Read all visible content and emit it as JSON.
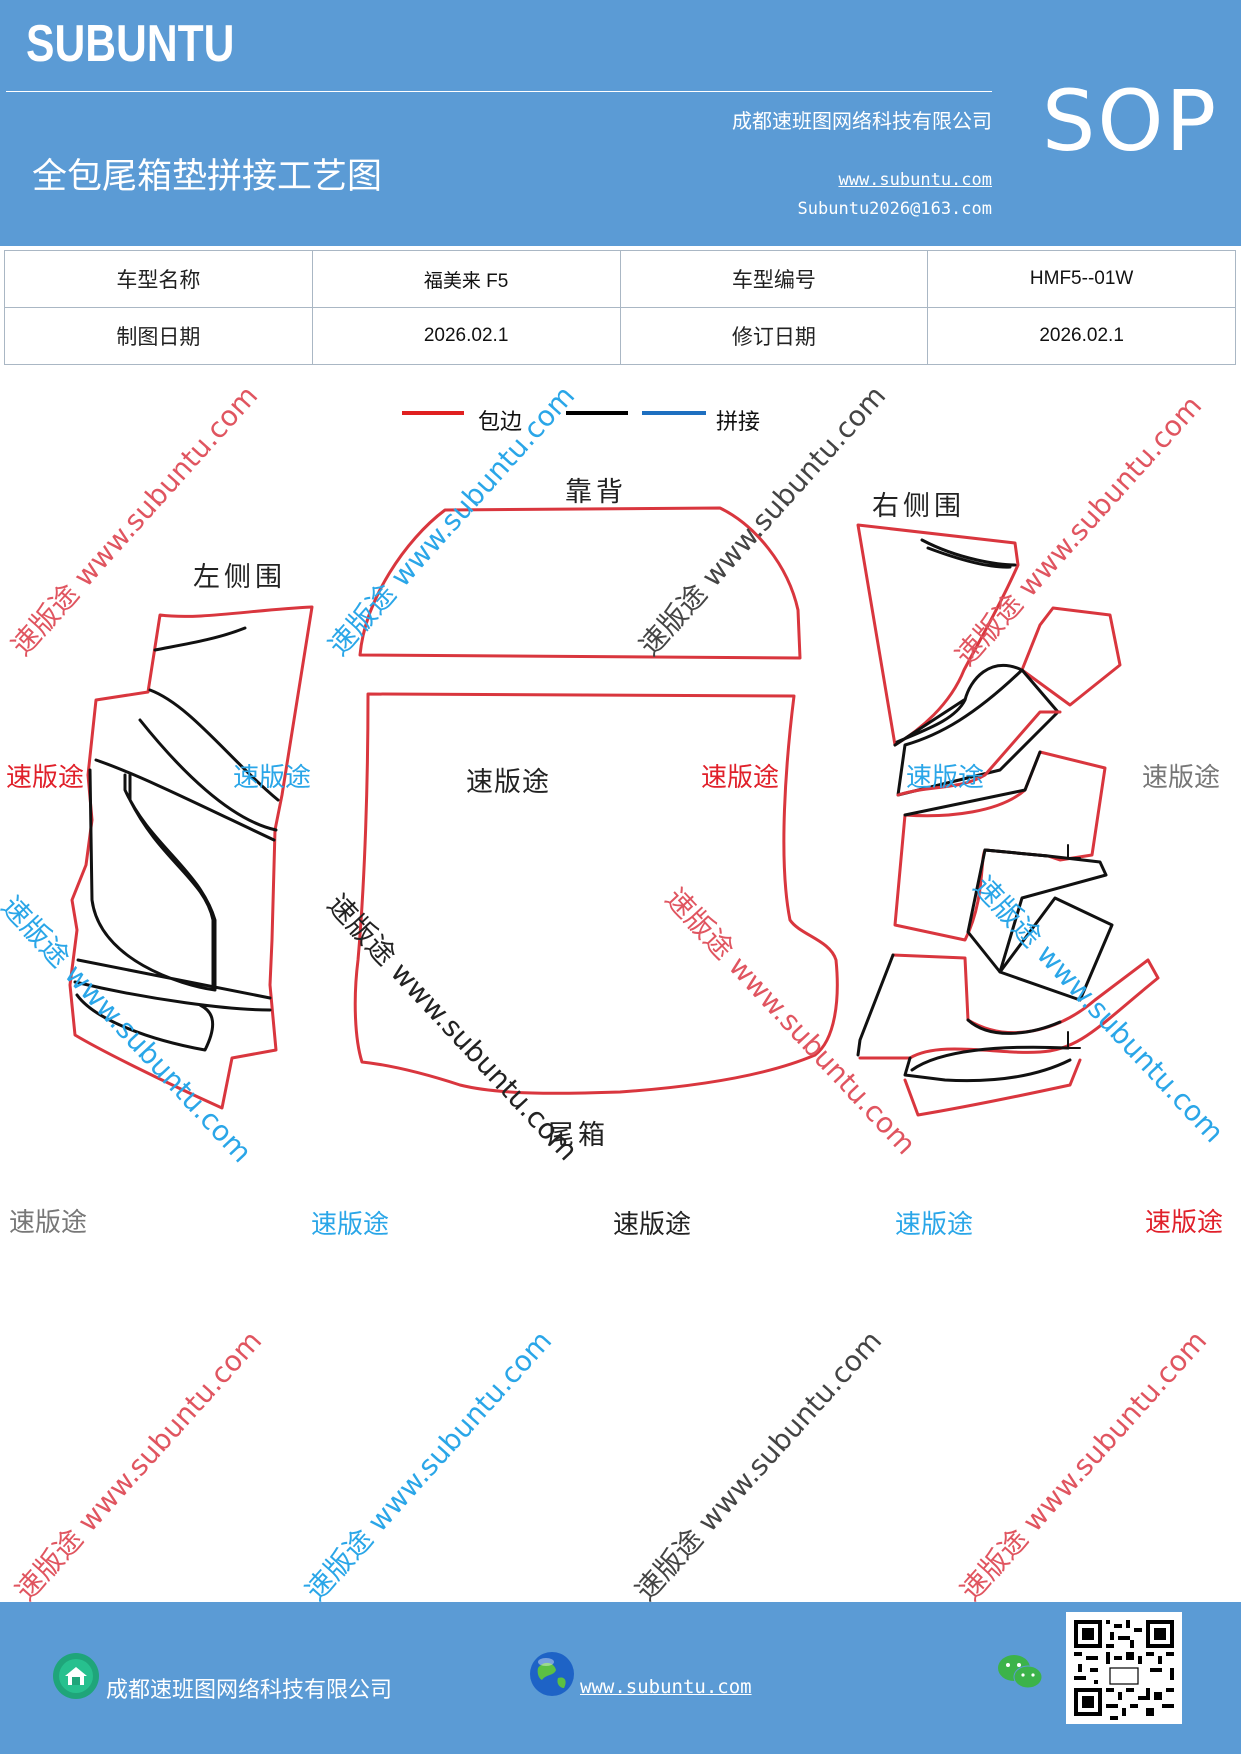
{
  "header": {
    "brand": "SUBUNTU",
    "badge": "SOP",
    "company": "成都速班图网络科技有限公司",
    "title": "全包尾箱垫拼接工艺图",
    "website": "www.subuntu.com",
    "email": "Subuntu2026@163.com"
  },
  "info_table": {
    "model_name_label": "车型名称",
    "model_name_value": "福美来 F5",
    "model_code_label": "车型编号",
    "model_code_value": "HMF5--01W",
    "draw_date_label": "制图日期",
    "draw_date_value": "2026.02.1",
    "revise_date_label": "修订日期",
    "revise_date_value": "2026.02.1"
  },
  "legend": {
    "items": [
      {
        "label": "包边",
        "color": "#e02020"
      },
      {
        "label": "",
        "color": "#000000"
      },
      {
        "label": "拼接",
        "color": "#1e6fc0"
      }
    ]
  },
  "parts": {
    "backrest": "靠背",
    "left_side": "左侧围",
    "right_side": "右侧围",
    "trunk": "尾箱",
    "center_mark": "速版途"
  },
  "watermarks": {
    "short": "速版途",
    "long": "速版途 www.subuntu.com"
  },
  "colors": {
    "header_blue": "#5b9bd5",
    "outline_red": "#d9363e",
    "inner_black": "#111111",
    "wm_red": "#e0202a",
    "wm_blue": "#2aa6e8",
    "wm_gray": "#777777"
  },
  "footer": {
    "company": "成都速班图网络科技有限公司",
    "website": "www.subuntu.com"
  }
}
